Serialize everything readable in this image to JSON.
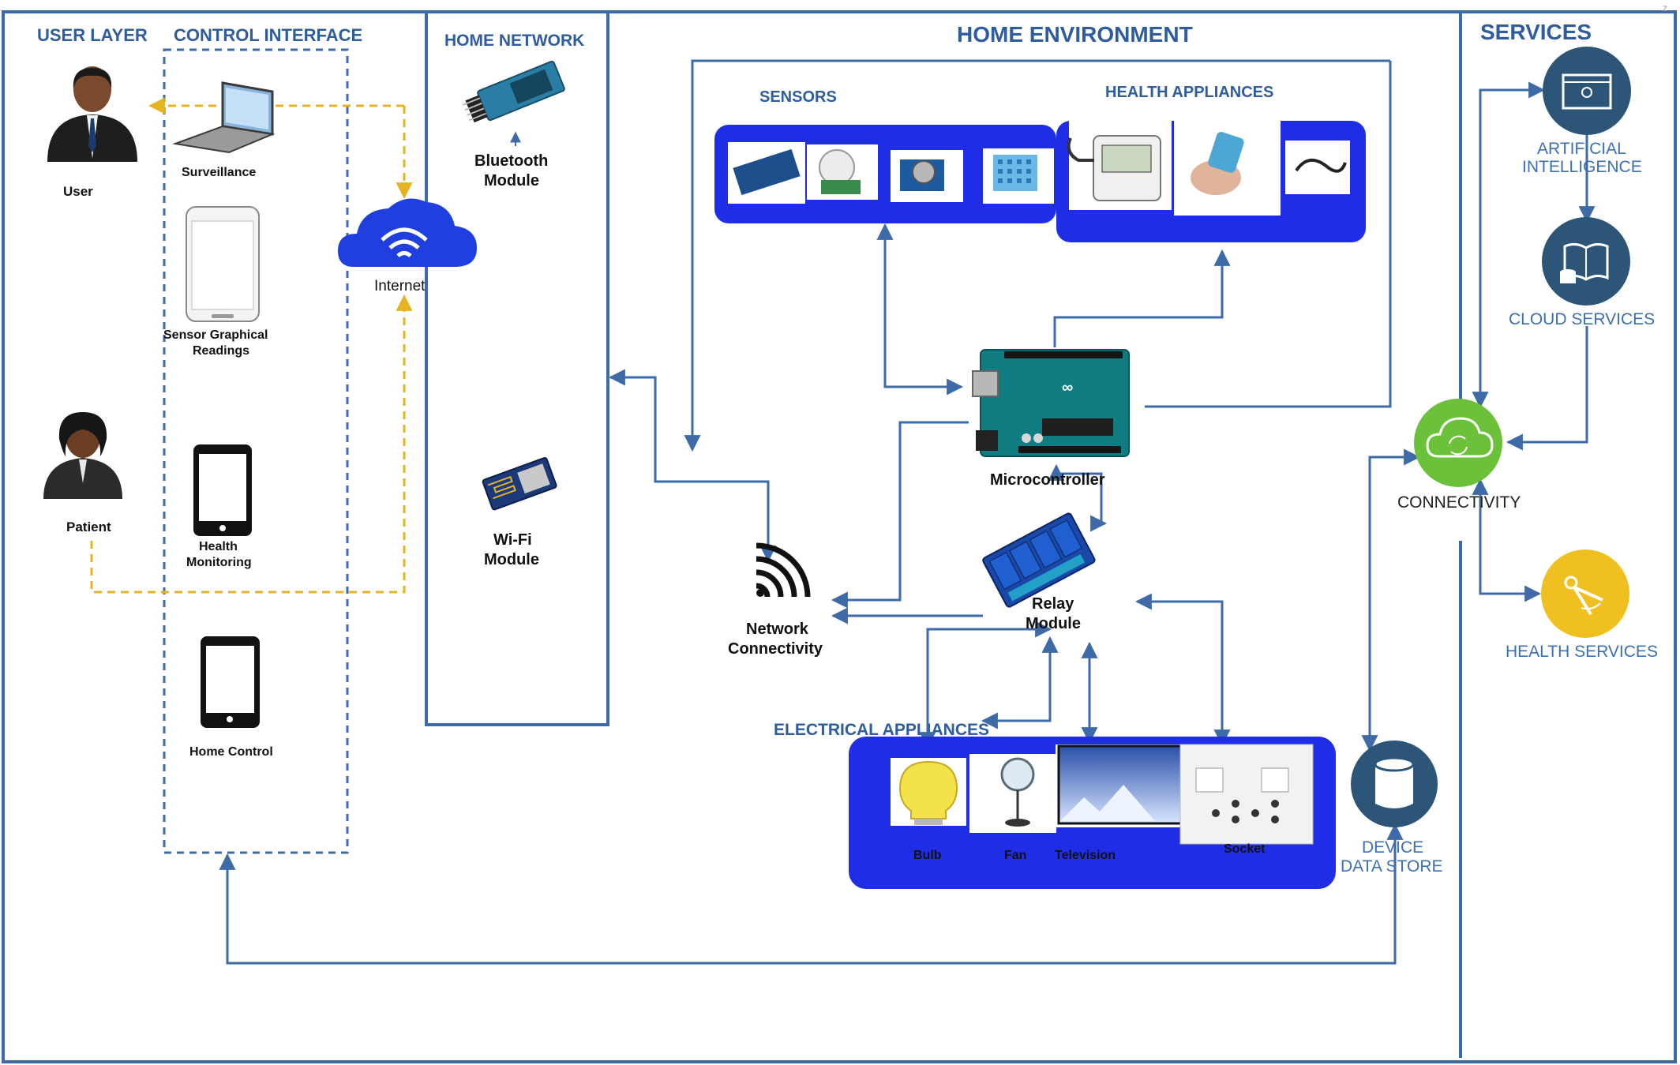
{
  "headers": {
    "user_layer": "USER LAYER",
    "control_interface": "CONTROL INTERFACE",
    "home_network": "HOME NETWORK",
    "home_environment": "HOME ENVIRONMENT",
    "services": "SERVICES",
    "sensors": "SENSORS",
    "health_appliances": "HEALTH APPLIANCES",
    "electrical_appliances": "ELECTRICAL APPLIANCES"
  },
  "user_layer": {
    "user": "User",
    "patient": "Patient"
  },
  "control_interface": {
    "surveillance": "Surveillance",
    "sensor_readings_1": "Sensor Graphical",
    "sensor_readings_2": "Readings",
    "health_monitoring_1": "Health",
    "health_monitoring_2": "Monitoring",
    "home_control": "Home Control",
    "internet": "Internet"
  },
  "home_network": {
    "bluetooth_1": "Bluetooth",
    "bluetooth_2": "Module",
    "wifi_1": "Wi-Fi",
    "wifi_2": "Module"
  },
  "home_environment": {
    "microcontroller": "Microcontroller",
    "relay_1": "Relay",
    "relay_2": "Module",
    "network_1": "Network",
    "network_2": "Connectivity",
    "bulb": "Bulb",
    "fan": "Fan",
    "television": "Television",
    "socket": "Socket",
    "device_store_1": "DEVICE",
    "device_store_2": "DATA STORE"
  },
  "services": {
    "ai_1": "ARTIFICIAL",
    "ai_2": "INTELLIGENCE",
    "cloud": "CLOUD SERVICES",
    "connectivity": "CONNECTIVITY",
    "health": "HEALTH SERVICES"
  },
  "colors": {
    "frame": "#3e6aa8",
    "panel_blue": "#1f2ee6",
    "dashed_yellow": "#e6b422",
    "service_dark": "#2d5577",
    "connectivity_green": "#6cc13a",
    "health_yellow": "#f0c020"
  },
  "icons": [
    "person-icon",
    "laptop-icon",
    "tablet-icon",
    "smartphone-icon",
    "cloud-wifi-icon",
    "bluetooth-module-icon",
    "wifi-module-icon",
    "arduino-board-icon",
    "relay-board-icon",
    "wireless-signal-icon",
    "database-icon",
    "monitor-icon",
    "book-icon",
    "cloud-sync-icon",
    "compass-icon",
    "bulb-icon",
    "fan-icon",
    "tv-icon",
    "socket-icon"
  ]
}
